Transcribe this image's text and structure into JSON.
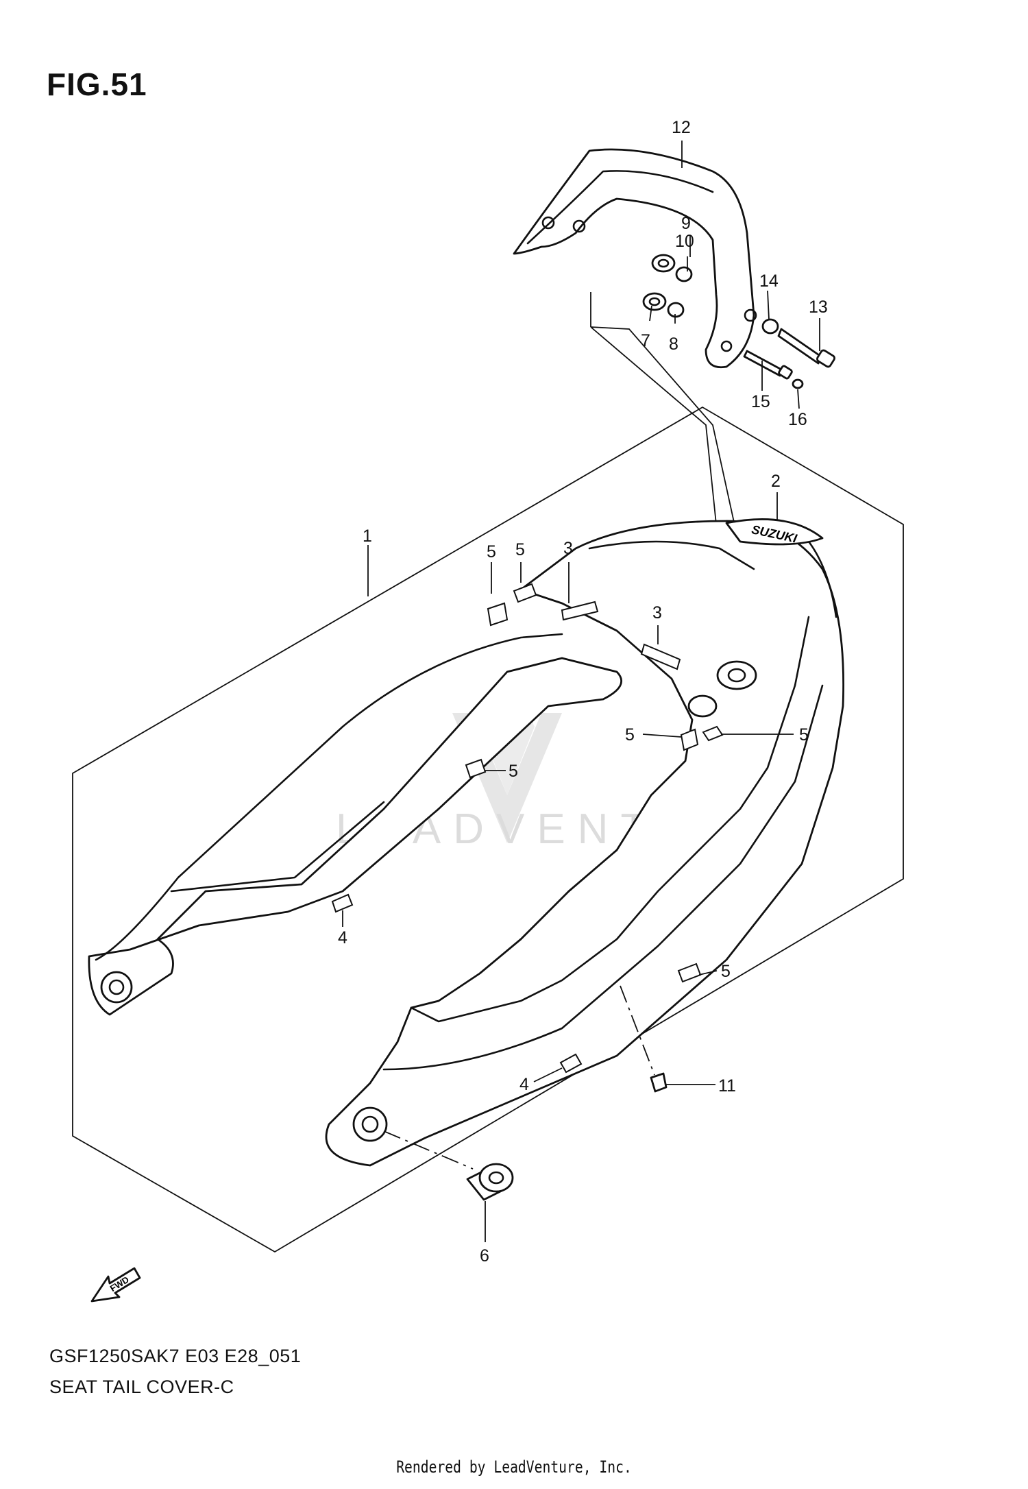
{
  "figure": {
    "title": "FIG.51",
    "code": "GSF1250SAK7 E03 E28_051",
    "name": "SEAT TAIL COVER-C",
    "credit": "Rendered by LeadVenture, Inc.",
    "watermark": "LEADVENTURE",
    "fwd_label": "FWD",
    "brand_mark": "SUZUKI"
  },
  "callouts": {
    "c1": "1",
    "c2": "2",
    "c3a": "3",
    "c3b": "3",
    "c4a": "4",
    "c4b": "4",
    "c5a": "5",
    "c5b": "5",
    "c5c": "5",
    "c5d": "5",
    "c5e": "5",
    "c5f": "5",
    "c6": "6",
    "c7": "7",
    "c8": "8",
    "c9": "9",
    "c10": "10",
    "c11": "11",
    "c12": "12",
    "c13": "13",
    "c14": "14",
    "c15": "15",
    "c16": "16"
  }
}
